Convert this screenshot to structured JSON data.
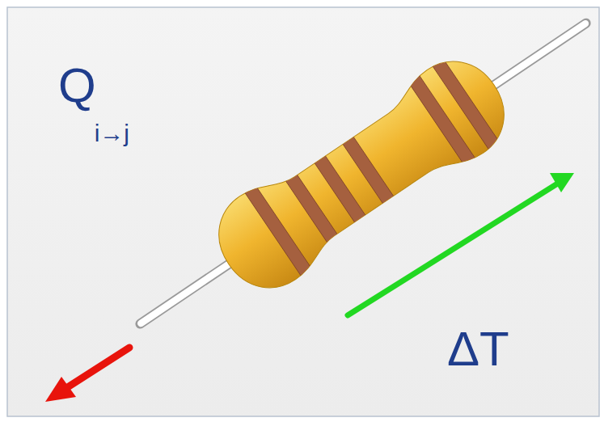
{
  "diagram": {
    "labels": [
      "Q",
      "i→j",
      "ΔT"
    ]
  }
}
